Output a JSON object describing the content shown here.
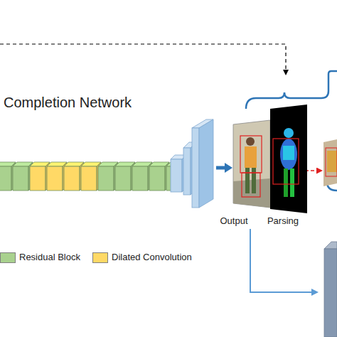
{
  "diagram": {
    "nodes": [
      {
        "text": [
          "Output"
        ]
      },
      {
        "text": [
          "Parsing"
        ]
      }
    ],
    "labels": [
      "Completion Network"
    ],
    "legend": [
      {
        "text": "Residual Block",
        "color": "#a9d18e"
      },
      {
        "text": "Dilated Convolution",
        "color": "#ffd966"
      }
    ]
  }
}
